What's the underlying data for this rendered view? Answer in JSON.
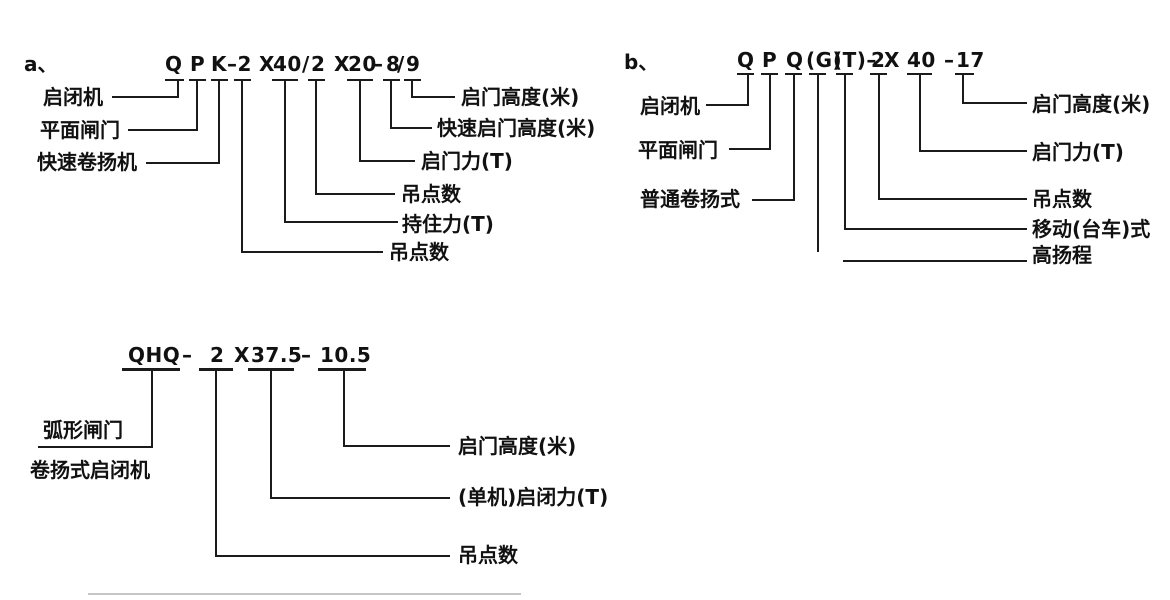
{
  "diagram_a": {
    "index_label": "a、",
    "code_parts": [
      "Q",
      "P",
      "K–2",
      "X",
      "40",
      "/",
      "2",
      "X",
      "20",
      "–",
      "8",
      "/",
      "9"
    ],
    "left_labels": [
      "启闭机",
      "平面闸门",
      "快速卷扬机"
    ],
    "right_labels": [
      "启门高度(米)",
      "快速启门高度(米)",
      "启门力(T)",
      "吊点数",
      "持住力(T)",
      "吊点数"
    ]
  },
  "diagram_b": {
    "index_label": "b、",
    "code_parts": [
      "Q",
      "P",
      "Q",
      "(G)",
      "(T)–",
      "2",
      "X",
      "40",
      "–",
      "17"
    ],
    "left_labels": [
      "启闭机",
      "平面闸门",
      "普通卷扬式"
    ],
    "right_labels": [
      "启门高度(米)",
      "启门力(T)",
      "吊点数",
      "移动(台车)式",
      "高扬程"
    ]
  },
  "diagram_c": {
    "code_parts": [
      "QHQ",
      "–",
      "2",
      "X",
      "37.5",
      "–",
      "10.5"
    ],
    "left_labels": [
      "弧形闸门",
      "卷扬式启闭机"
    ],
    "right_labels": [
      "启门高度(米)",
      "(单机)启闭力(T)",
      "吊点数"
    ]
  },
  "colors": {
    "line": "#1b1b1b",
    "text": "#111111",
    "background": "#ffffff"
  }
}
